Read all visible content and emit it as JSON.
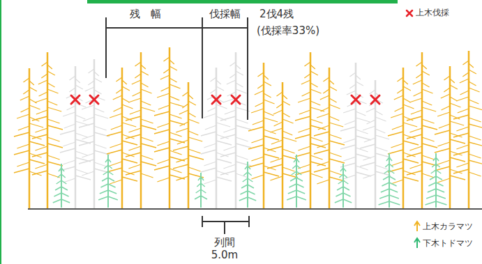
{
  "diagram": {
    "labels": [
      "残　幅",
      "伐採幅",
      "2伐4残",
      "(伐採率33%)",
      "列間",
      "5.0m"
    ],
    "legend": [
      {
        "text": "上木伐採"
      },
      {
        "text": "上木カラマツ"
      },
      {
        "text": "下木トドマツ"
      }
    ]
  }
}
